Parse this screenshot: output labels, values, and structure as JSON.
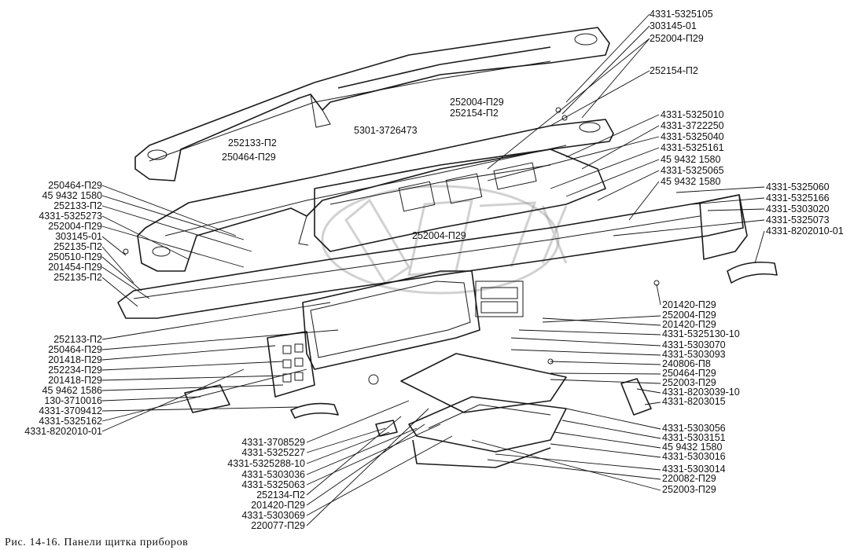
{
  "caption": "Рис. 14-16. Панели щитка приборов",
  "labels_right": [
    "4331-5325105",
    "303145-01",
    "252004-П29",
    "252154-П2",
    "4331-5325010",
    "4331-3722250",
    "4331-5325040",
    "4331-5325161",
    "45 9432 1580",
    "4331-5325065",
    "45 9432 1580",
    "4331-5325060",
    "4331-5325166",
    "4331-5303020",
    "4331-5325073",
    "4331-8202010-01"
  ],
  "labels_center": [
    "252004-П29",
    "252154-П2",
    "5301-3726473",
    "252133-П2",
    "250464-П29",
    "252004-П29"
  ],
  "labels_left": [
    "250464-П29",
    "45 9432 1580",
    "252133-П2",
    "4331-5325273",
    "252004-П29",
    "303145-01",
    "252135-П2",
    "250510-П29",
    "201454-П29",
    "252135-П2"
  ],
  "labels_left_bottom": [
    "252133-П2",
    "250464-П29",
    "201418-П29",
    "252234-П29",
    "201418-П29",
    "45 9462 1586",
    "130-3710016",
    "4331-3709412",
    "4331-5325162",
    "4331-8202010-01"
  ],
  "labels_right_bottom": [
    "201420-П29",
    "252004-П29",
    "201420-П29",
    "4331-5325130-10",
    "4331-5303070",
    "4331-5303093",
    "240806-П8",
    "250464-П29",
    "252003-П29",
    "4331-8203039-10",
    "4331-8203015",
    "4331-5303056",
    "4331-5303151",
    "45 9432 1580",
    "4331-5303016",
    "4331-5303014",
    "220082-П29",
    "252003-П29"
  ],
  "labels_bottom_center": [
    "4331-3708529",
    "4331-5325227",
    "4331-5325288-10",
    "4331-5303036",
    "4331-5325063",
    "252134-П2",
    "201420-П29",
    "4331-5303069",
    "220077-П29"
  ]
}
